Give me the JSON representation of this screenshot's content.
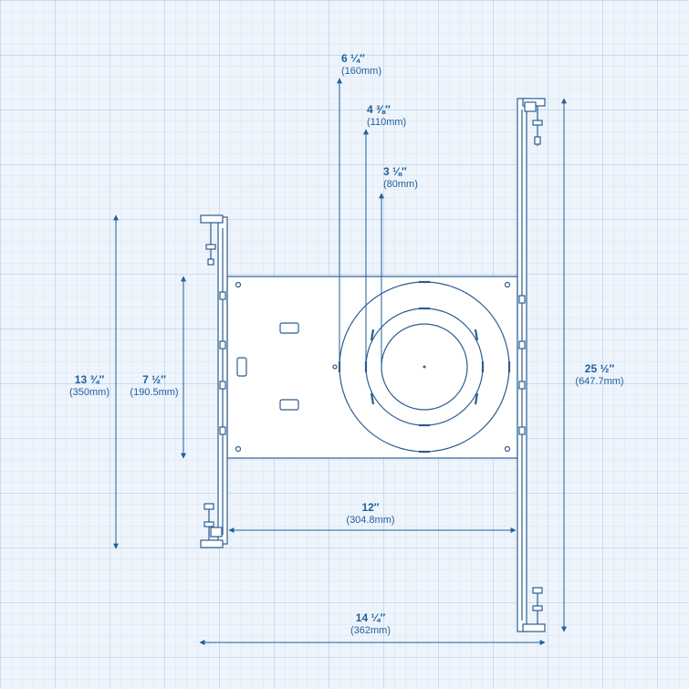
{
  "colors": {
    "background": "#eef4fb",
    "line": "#2b5d92",
    "dimension": "#1f5f9e",
    "part_fill": "#ffffff"
  },
  "dimensions": {
    "cut_6": {
      "inch": "6 ¼″",
      "mm": "(160mm)"
    },
    "cut_4": {
      "inch": "4 ⅜″",
      "mm": "(110mm)"
    },
    "cut_3": {
      "inch": "3 ⅛″",
      "mm": "(80mm)"
    },
    "height_left": {
      "inch": "13 ¾″",
      "mm": "(350mm)"
    },
    "plate_height": {
      "inch": "7 ½″",
      "mm": "(190.5mm)"
    },
    "bar_span": {
      "inch": "12″",
      "mm": "(304.8mm)"
    },
    "total_width": {
      "inch": "14 ¼″",
      "mm": "(362mm)"
    },
    "height_right": {
      "inch": "25 ½″",
      "mm": "(647.7mm)"
    }
  }
}
